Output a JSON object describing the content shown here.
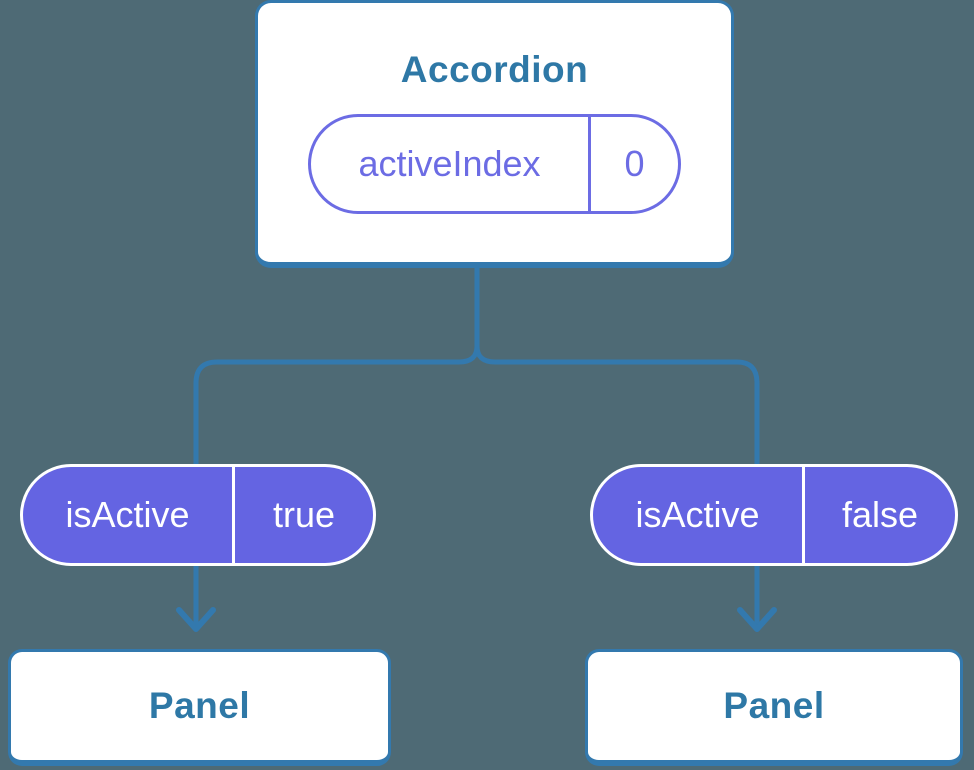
{
  "colors": {
    "background": "#4e6a75",
    "connector_blue": "#3379ae",
    "card_border_blue": "#3379ae",
    "heading_blue": "#2e78a6",
    "prop_pill_purple": "#6464e2",
    "state_pill_purple": "#6c6ce4",
    "card_white": "#ffffff",
    "prop_text_white": "#ffffff"
  },
  "tree": {
    "root": {
      "title": "Accordion",
      "state": {
        "name": "activeIndex",
        "value": "0"
      }
    },
    "children": [
      {
        "prop": {
          "name": "isActive",
          "value": "true"
        },
        "panel": {
          "title": "Panel"
        }
      },
      {
        "prop": {
          "name": "isActive",
          "value": "false"
        },
        "panel": {
          "title": "Panel"
        }
      }
    ]
  }
}
